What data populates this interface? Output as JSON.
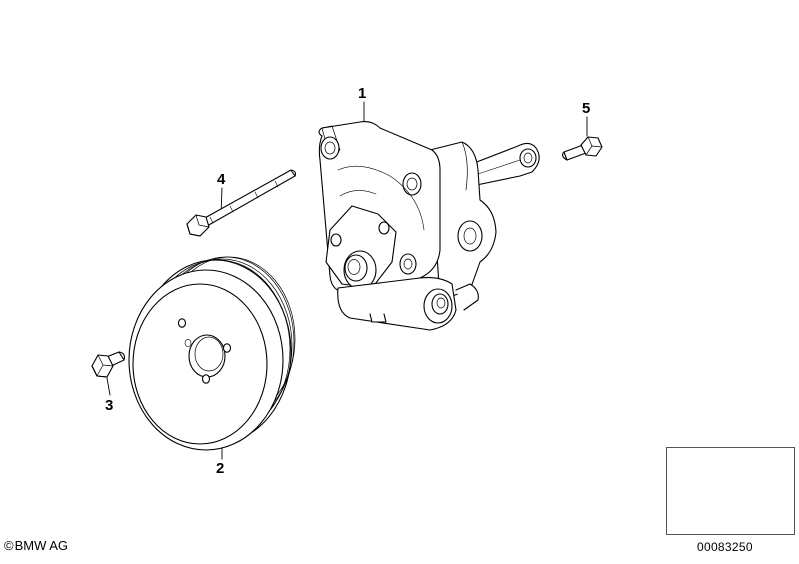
{
  "callouts": {
    "pump": "1",
    "pulley": "2",
    "pulley_bolt": "3",
    "long_bolt": "4",
    "bracket_bolt": "5"
  },
  "footer": {
    "copyright_symbol": "©",
    "copyright_text": "BMW AG",
    "reference_number": "00083250"
  },
  "colors": {
    "line": "#000000",
    "background": "#ffffff",
    "frame": "#555555"
  }
}
